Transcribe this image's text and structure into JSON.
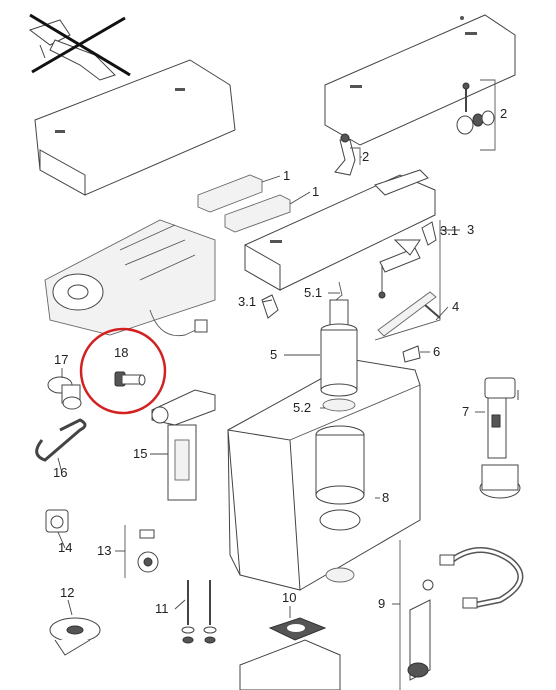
{
  "callouts": {
    "p1a": "1",
    "p1b": "1",
    "p2a": "2",
    "p2b": "2",
    "p3": "3",
    "p3_1a": "3.1",
    "p3_1b": "3.1",
    "p4": "4",
    "p5": "5",
    "p5_1": "5.1",
    "p5_2": "5.2",
    "p6": "6",
    "p7": "7",
    "p8": "8",
    "p9": "9",
    "p10": "10",
    "p11": "11",
    "p12": "12",
    "p13": "13",
    "p14": "14",
    "p15": "15",
    "p16": "16",
    "p17": "17",
    "p18": "18"
  },
  "highlight": {
    "part": "18",
    "color": "#d32020"
  },
  "crossed_out": "old fill valve assembly (top-left)",
  "colors": {
    "line": "#444444",
    "background": "#ffffff"
  }
}
